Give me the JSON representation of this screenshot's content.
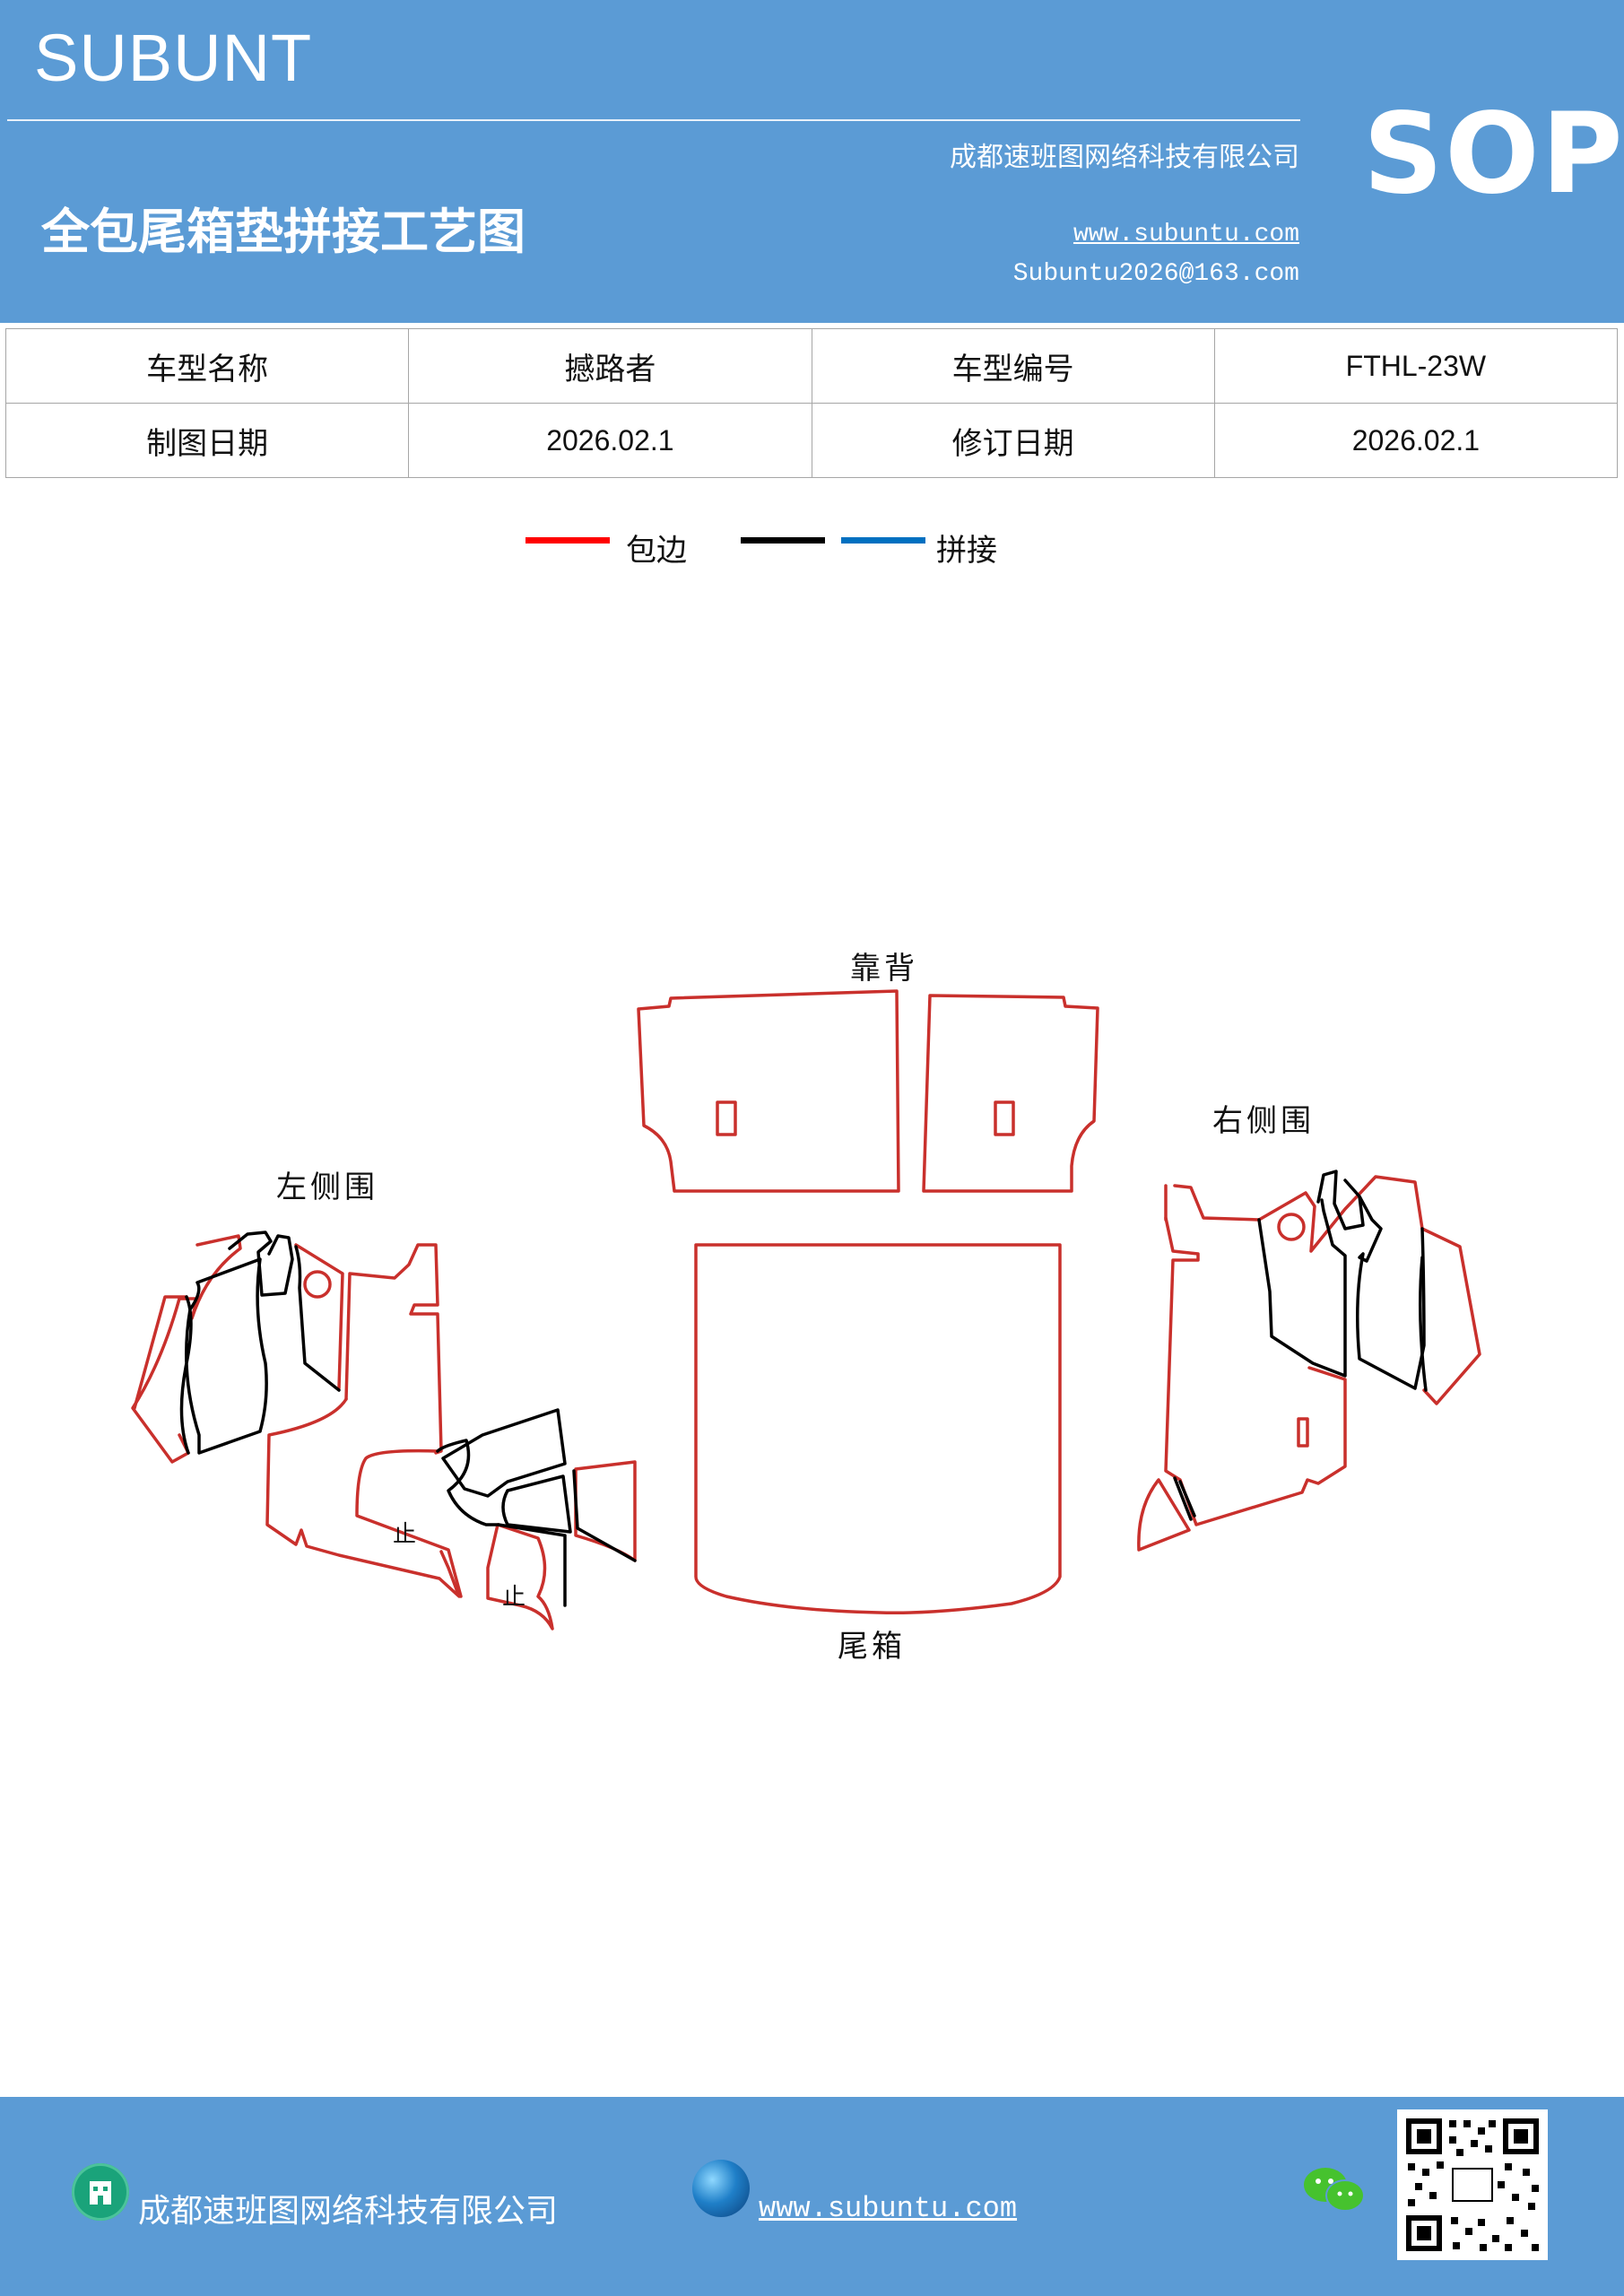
{
  "header": {
    "brand": "SUBUNT",
    "company": "成都速班图网络科技有限公司",
    "title": "全包尾箱垫拼接工艺图",
    "url": "www.subuntu.com",
    "email": "Subuntu2026@163.com",
    "badge": "SOP"
  },
  "info_table": {
    "rows": [
      [
        "车型名称",
        "撼路者",
        "车型编号",
        "FTHL-23W"
      ],
      [
        "制图日期",
        "2026.02.1",
        "修订日期",
        "2026.02.1"
      ]
    ]
  },
  "legend": {
    "items": [
      {
        "label": "包边",
        "color": "#ff0000"
      },
      {
        "label": "拼接",
        "colors": [
          "#000000",
          "#0070c0"
        ]
      }
    ]
  },
  "diagram": {
    "labels": {
      "backrest": "靠背",
      "left_side": "左侧围",
      "right_side": "右侧围",
      "trunk": "尾箱",
      "stop_1": "止",
      "stop_2": "止"
    },
    "colors": {
      "edge": "#c9302c",
      "seam": "#000000"
    }
  },
  "footer": {
    "company": "成都速班图网络科技有限公司",
    "url": "www.subuntu.com",
    "icons": [
      "building-icon",
      "globe-icon",
      "wechat-icon",
      "qr-code"
    ]
  }
}
